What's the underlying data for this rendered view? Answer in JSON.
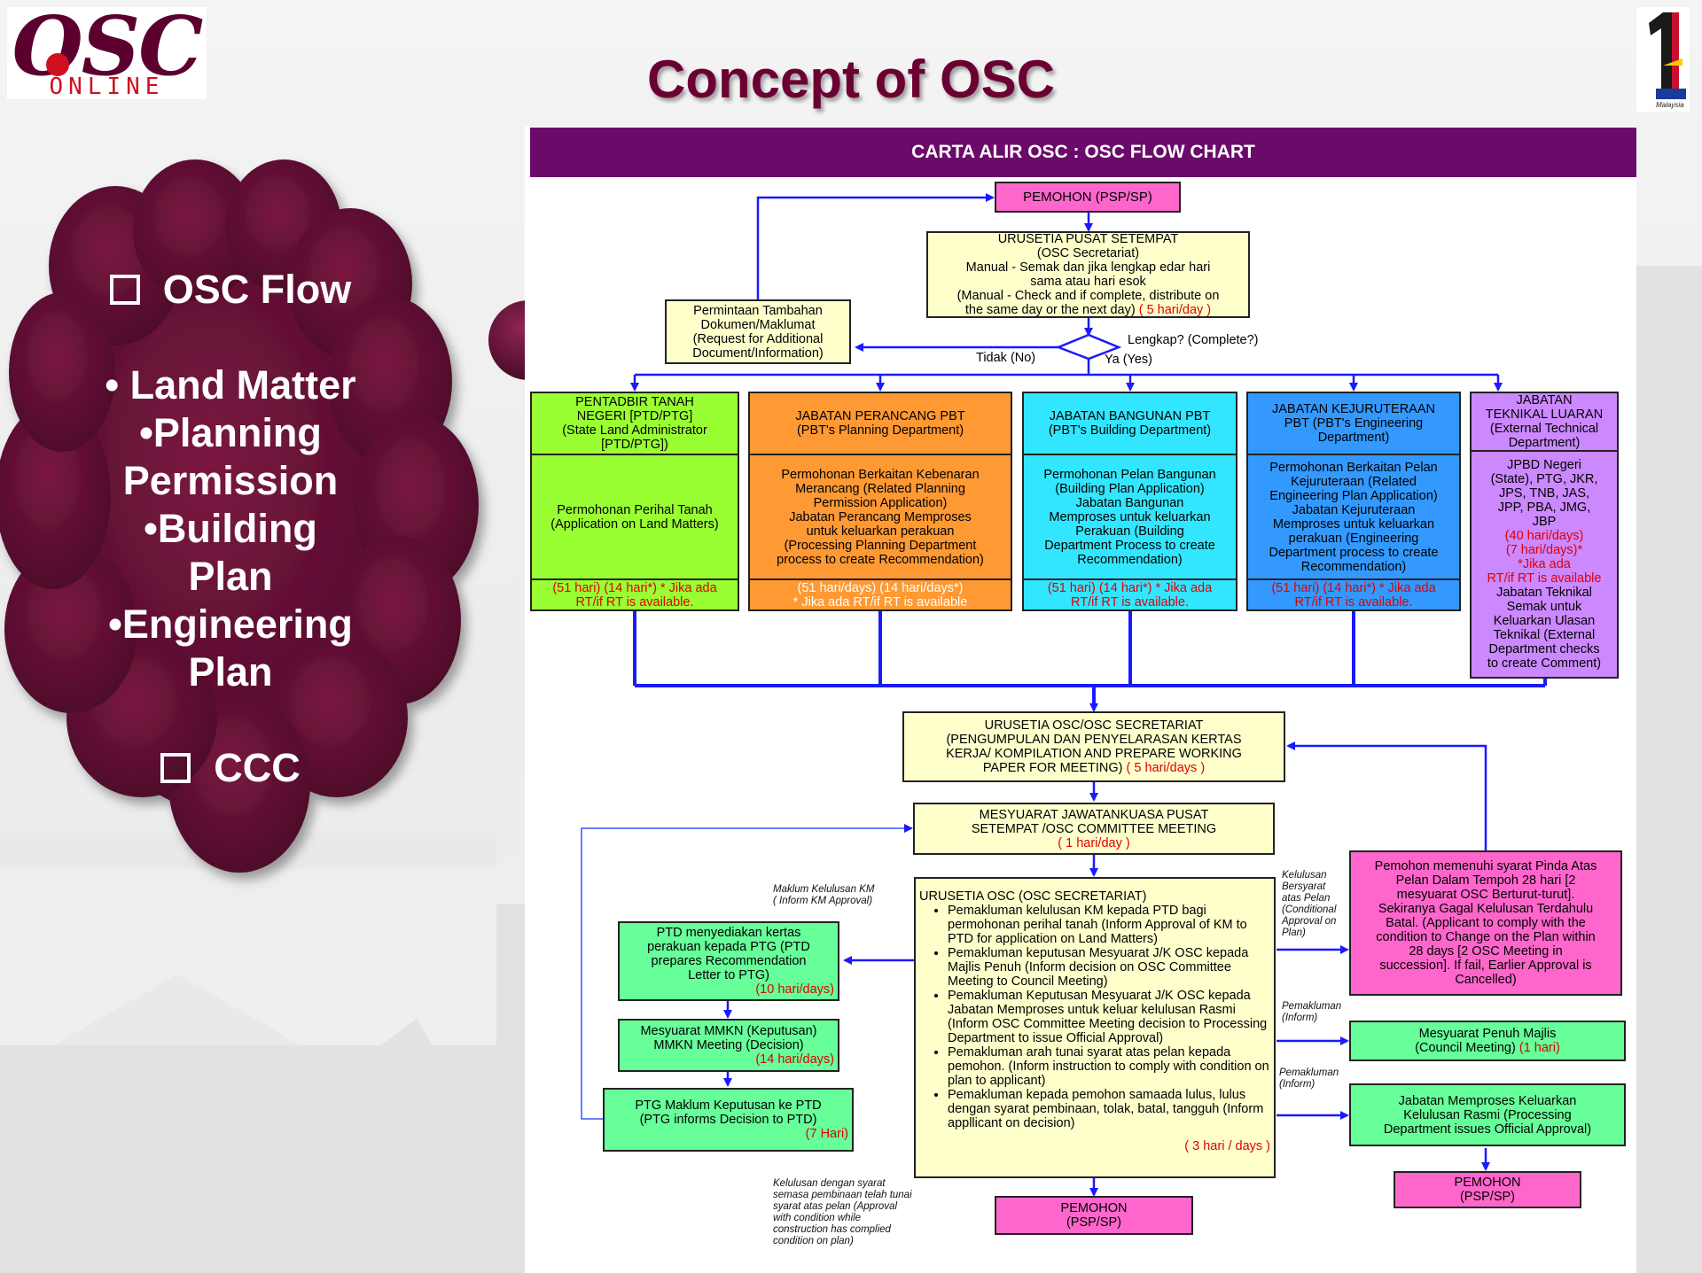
{
  "slide": {
    "title": "Concept of OSC",
    "logo_main": "OSC",
    "logo_sub": "ONLINE",
    "malaysia_logo_label": "1Malaysia",
    "accent_color": "#6b0032"
  },
  "cloud": {
    "item1": "OSC Flow",
    "sub1": "• Land Matter",
    "sub2": "•Planning",
    "sub3": "Permission",
    "sub4": "•Building",
    "sub5": "Plan",
    "sub6": "•Engineering",
    "sub7": "Plan",
    "item2": "CCC"
  },
  "chart": {
    "header": "CARTA ALIR OSC : OSC FLOW CHART",
    "pemohon_top": "PEMOHON (PSP/SP)",
    "urusetia1": {
      "l1": "URUSETIA PUSAT SETEMPAT",
      "l2": "(OSC Secretariat)",
      "l3": "Manual - Semak dan jika lengkap edar hari",
      "l4": "sama atau hari esok",
      "l5": "(Manual - Check and if complete, distribute on",
      "l6": "the same day or the next day)",
      "time": "( 5 hari/day )"
    },
    "permintaan": {
      "l1": "Permintaan Tambahan",
      "l2": "Dokumen/Maklumat",
      "l3": "(Request for Additional",
      "l4": "Document/Information)"
    },
    "decision": "Lengkap?  (Complete?)",
    "no_label": "Tidak (No)",
    "yes_label": "Ya (Yes)",
    "ptd": {
      "head1": "PENTADBIR TANAH",
      "head2": "NEGERI [PTD/PTG]",
      "head3": "(State Land Administrator",
      "head4": "[PTD/PTG])",
      "body1": "Permohonan Perihal Tanah",
      "body2": "(Application on Land Matters)",
      "time1": "(51 hari) (14 hari*) * Jika ada",
      "time2": "RT/if RT is available."
    },
    "perancang": {
      "head1": "JABATAN PERANCANG PBT",
      "head2": "(PBT's Planning Department)",
      "body1": "Permohonan Berkaitan Kebenaran",
      "body2": "Merancang (Related Planning",
      "body3": "Permission Application)",
      "body4": "Jabatan Perancang Memproses",
      "body5": "untuk keluarkan perakuan",
      "body6": "(Processing Planning Department",
      "body7": "process to create Recommendation)",
      "time1": "(51 hari/days) (14 hari/days*)",
      "time2": "* Jika ada RT/if RT is available"
    },
    "bangunan": {
      "head1": "JABATAN BANGUNAN PBT",
      "head2": "(PBT's Building Department)",
      "body1": "Permohonan Pelan Bangunan",
      "body2": "(Building  Plan Application)",
      "body3": "Jabatan Bangunan",
      "body4": "Memproses untuk keluarkan",
      "body5": "Perakuan (Building",
      "body6": "Department Process to create",
      "body7": "Recommendation)",
      "time1": "(51 hari) (14 hari*) * Jika ada",
      "time2": "RT/if RT is available."
    },
    "kejuruteraan": {
      "head1": "JABATAN KEJURUTERAAN",
      "head2": "PBT (PBT's Engineering",
      "head3": "Department)",
      "body1": "Permohonan Berkaitan Pelan",
      "body2": "Kejuruteraan (Related",
      "body3": "Engineering  Plan Application)",
      "body4": "Jabatan Kejuruteraan",
      "body5": "Memproses untuk keluarkan",
      "body6": "perakuan (Engineering",
      "body7": "Department process to create",
      "body8": "Recommendation)",
      "time1": "(51 hari) (14 hari*) * Jika ada",
      "time2": "RT/if RT is available."
    },
    "teknikal": {
      "head1": "JABATAN",
      "head2": "TEKNIKAL LUARAN",
      "head3": "(External Technical",
      "head4": "Department)",
      "body1": "JPBD Negeri",
      "body2": "(State), PTG, JKR,",
      "body3": "JPS, TNB, JAS,",
      "body4": "JPP, PBA, JMG,",
      "body5": "JBP",
      "time1": "(40 hari/days)",
      "time2": "(7 hari/days)*",
      "time3": "*Jika ada",
      "time4": "RT/if RT is available",
      "body6": "Jabatan Teknikal",
      "body7": "Semak untuk",
      "body8": "Keluarkan Ulasan",
      "body9": "Teknikal (External",
      "body10": "Department checks",
      "body11": "to create Comment)"
    },
    "urusetia2": {
      "l1": "URUSETIA OSC/OSC SECRETARIAT",
      "l2": "(PENGUMPULAN DAN PENYELARASAN KERTAS",
      "l3": "KERJA/ KOMPILATION AND PREPARE WORKING",
      "l4": "PAPER FOR MEETING)",
      "time": "( 5 hari/days )"
    },
    "mesyuarat": {
      "l1": "MESYUARAT JAWATANKUASA PUSAT",
      "l2": "SETEMPAT /OSC COMMITTEE MEETING",
      "time": "( 1 hari/day )"
    },
    "urusetia3": {
      "title": "URUSETIA OSC (OSC SECRETARIAT)",
      "b1": "Pemakluman kelulusan KM kepada PTD bagi permohonan perihal tanah (Inform Approval of KM to PTD for application on Land Matters)",
      "b2": "Pemakluman keputusan Mesyuarat J/K OSC kepada Majlis Penuh (Inform decision on OSC Committee Meeting to Council Meeting)",
      "b3": "Pemakluman Keputusan Mesyuarat J/K OSC kepada Jabatan Memproses untuk keluar kelulusan Rasmi (Inform OSC Committee Meeting decision to Processing Department to issue Official Approval)",
      "b4": "Pemakluman arah tunai syarat atas pelan kepada pemohon. (Inform instruction to comply with condition on plan to applicant)",
      "b5": "Pemakluman kepada pemohon samaada lulus, lulus dengan syarat pembinaan, tolak, batal, tangguh (Inform appllicant on decision)",
      "time": "( 3 hari / days )"
    },
    "ptd_kertas": {
      "l1": "PTD menyediakan kertas",
      "l2": "perakuan kepada PTG (PTD",
      "l3": "prepares Recommendation",
      "l4": "Letter to PTG)",
      "time": "(10 hari/days)"
    },
    "mmkn": {
      "l1": "Mesyuarat MMKN (Keputusan)",
      "l2": "MMKN Meeting (Decision)",
      "time": "(14 hari/days)"
    },
    "ptg": {
      "l1": "PTG Maklum Keputusan ke PTD",
      "l2": "(PTG informs Decision to PTD)",
      "time": "(7 Hari)"
    },
    "pinda": {
      "l1": "Pemohon memenuhi syarat Pinda Atas",
      "l2": "Pelan Dalam Tempoh 28 hari [2",
      "l3": "mesyuarat OSC Berturut-turut].",
      "l4": "Sekiranya Gagal Kelulusan Terdahulu",
      "l5": "Batal. (Applicant to comply with the",
      "l6": "condition to Change on the Plan within",
      "l7": "28 days [2 OSC Meeting in",
      "l8": "succession]. If fail, Earlier Approval is",
      "l9": "Cancelled)"
    },
    "majlis": {
      "l1": "Mesyuarat Penuh Majlis",
      "l2": "(Council Meeting)",
      "time": "(1 hari)"
    },
    "jabatan_rasmi": {
      "l1": "Jabatan Memproses Keluarkan",
      "l2": "Kelulusan Rasmi (Processing",
      "l3": "Department issues Official Approval)"
    },
    "pemohon_bottom1": "PEMOHON",
    "pemohon_bottom2": "(PSP/SP)",
    "pemohon_right1": "PEMOHON",
    "pemohon_right2": "(PSP/SP)",
    "notes": {
      "km1": "Maklum Kelulusan KM",
      "km2": "( Inform KM Approval)",
      "bersyarat1": "Kelulusan",
      "bersyarat2": "Bersyarat",
      "bersyarat3": "atas Pelan",
      "bersyarat4": "(Conditional",
      "bersyarat5": "Approval on",
      "bersyarat6": "Plan)",
      "inform1a": "Pemakluman",
      "inform1b": "(Inform)",
      "inform2a": "Pemakluman",
      "inform2b": "(Inform)",
      "lulus1": "Kelulusan dengan syarat",
      "lulus2": "semasa pembinaan telah tunai",
      "lulus3": "syarat atas pelan (Approval",
      "lulus4": "with condition while",
      "lulus5": "construction has complied",
      "lulus6": "condition on plan)"
    }
  }
}
